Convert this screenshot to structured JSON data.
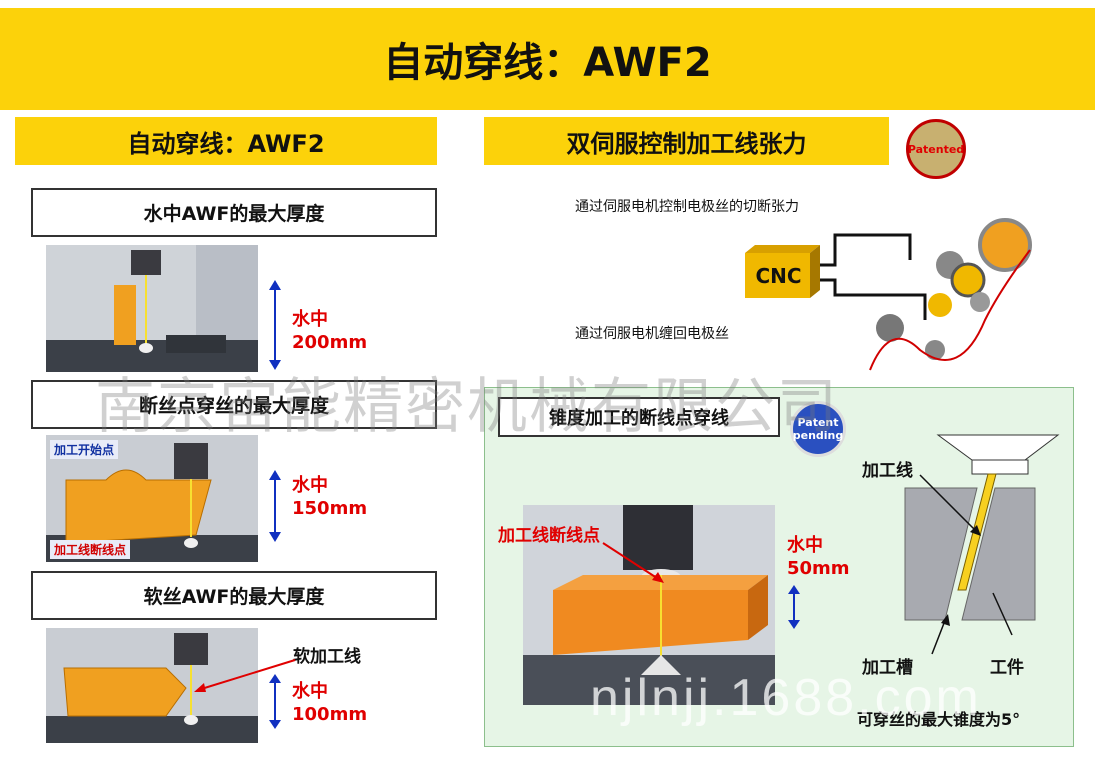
{
  "header": {
    "title": "自动穿线：AWF2"
  },
  "left": {
    "section_title": "自动穿线：AWF2",
    "panels": [
      {
        "label": "水中AWF的最大厚度",
        "spec_line1": "水中",
        "spec_line2": "200mm"
      },
      {
        "label": "断丝点穿丝的最大厚度",
        "spec_line1": "水中",
        "spec_line2": "150mm",
        "tag_start": "加工开始点",
        "tag_break": "加工线断线点"
      },
      {
        "label": "软丝AWF的最大厚度",
        "spec_line1": "水中",
        "spec_line2": "100mm",
        "soft_wire": "软加工线"
      }
    ]
  },
  "right": {
    "section_title": "双伺服控制加工线张力",
    "patented": "Patented",
    "desc_top": "通过伺服电机控制电极丝的切断张力",
    "desc_bottom": "通过伺服电机缠回电极丝",
    "cnc": "CNC",
    "taper": {
      "label": "锥度加工的断线点穿线",
      "badge_line1": "Patent",
      "badge_line2": "pending",
      "break_point": "加工线断线点",
      "spec_line1": "水中",
      "spec_line2": "50mm",
      "wire": "加工线",
      "groove": "加工槽",
      "workpiece": "工件",
      "max_taper": "可穿丝的最大锥度为5°"
    }
  },
  "watermarks": {
    "company": "南京宙能精密机械有限公司",
    "site": "njlnjj.1688.com"
  }
}
